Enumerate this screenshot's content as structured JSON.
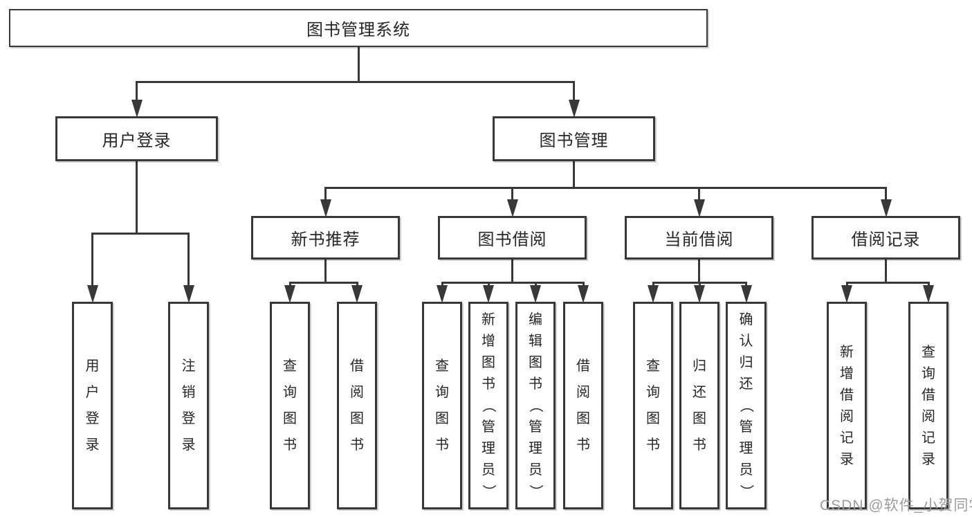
{
  "diagram": {
    "type": "tree",
    "title": "图书管理系统",
    "watermark": "CSDN @软件_小贺同学",
    "colors": {
      "line": "#383838",
      "border": "#383838",
      "text": "#262626",
      "box_bg": "#ffffff",
      "background": "#ffffff",
      "watermark": "#9b9b9b"
    },
    "nodes": [
      {
        "id": "root",
        "label": "图书管理系统",
        "parent": null
      },
      {
        "id": "user-login",
        "label": "用户登录",
        "parent": "root"
      },
      {
        "id": "book-mgmt",
        "label": "图书管理",
        "parent": "root"
      },
      {
        "id": "login",
        "label": "用户登录",
        "parent": "user-login"
      },
      {
        "id": "logout",
        "label": "注销登录",
        "parent": "user-login"
      },
      {
        "id": "new-book-rec",
        "label": "新书推荐",
        "parent": "book-mgmt"
      },
      {
        "id": "book-borrow",
        "label": "图书借阅",
        "parent": "book-mgmt"
      },
      {
        "id": "current-borrow",
        "label": "当前借阅",
        "parent": "book-mgmt"
      },
      {
        "id": "borrow-records",
        "label": "借阅记录",
        "parent": "book-mgmt"
      },
      {
        "id": "rec-query-book",
        "label": "查询图书",
        "parent": "new-book-rec"
      },
      {
        "id": "rec-borrow-book",
        "label": "借阅图书",
        "parent": "new-book-rec"
      },
      {
        "id": "bb-query-book",
        "label": "查询图书",
        "parent": "book-borrow"
      },
      {
        "id": "bb-add-book",
        "label": "新增图书（管理员）",
        "parent": "book-borrow"
      },
      {
        "id": "bb-edit-book",
        "label": "编辑图书（管理员）",
        "parent": "book-borrow"
      },
      {
        "id": "bb-borrow-book",
        "label": "借阅图书",
        "parent": "book-borrow"
      },
      {
        "id": "cb-query-book",
        "label": "查询图书",
        "parent": "current-borrow"
      },
      {
        "id": "cb-return-book",
        "label": "归还图书",
        "parent": "current-borrow"
      },
      {
        "id": "cb-confirm-return",
        "label": "确认归还（管理员）",
        "parent": "current-borrow"
      },
      {
        "id": "br-add-record",
        "label": "新增借阅记录",
        "parent": "borrow-records"
      },
      {
        "id": "br-query-record",
        "label": "查询借阅记录",
        "parent": "borrow-records"
      }
    ]
  }
}
